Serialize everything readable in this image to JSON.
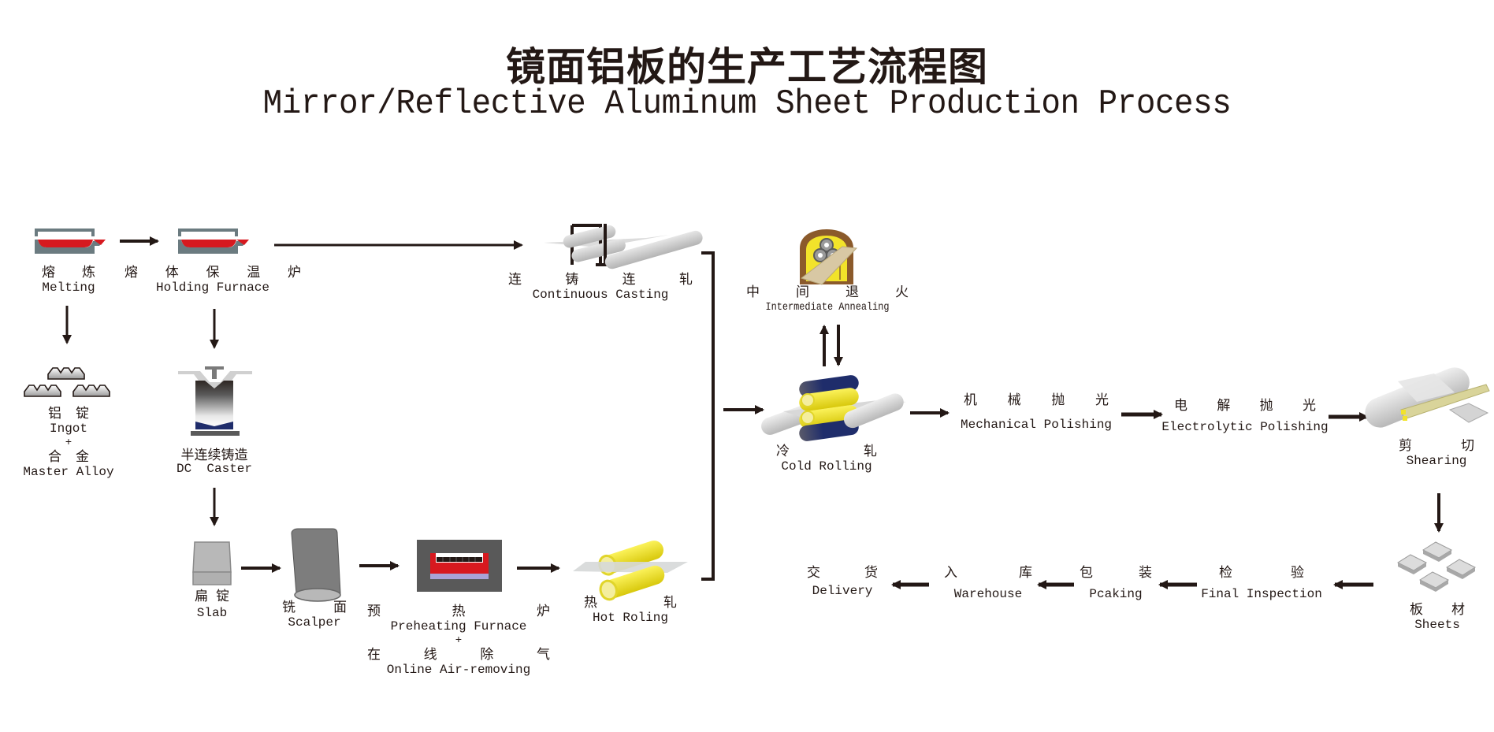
{
  "title": {
    "chinese": "镜面铝板的生产工艺流程图",
    "english": "Mirror/Reflective Aluminum Sheet Production Process"
  },
  "steps": {
    "melting": {
      "cn": [
        "熔",
        "炼"
      ],
      "en": "Melting",
      "icon": "melting-furnace-icon"
    },
    "holding_furnace": {
      "cn": [
        "熔",
        "体",
        "保",
        "温",
        "炉"
      ],
      "en": "Holding Furnace",
      "icon": "holding-furnace-icon"
    },
    "continuous_casting": {
      "cn": [
        "连",
        "铸",
        "连",
        "轧"
      ],
      "en": "Continuous Casting",
      "icon": "continuous-casting-icon"
    },
    "ingot": {
      "cn": [
        "铝",
        "锭"
      ],
      "en": "Ingot",
      "plus": "+",
      "cn2": [
        "合",
        "金"
      ],
      "en2": "Master Alloy",
      "icon": "ingot-icon"
    },
    "dc_caster": {
      "cn": "半连续铸造",
      "en": "DC  Caster",
      "icon": "dc-caster-icon"
    },
    "slab": {
      "cn": [
        "扁",
        "锭"
      ],
      "en": "Slab",
      "icon": "slab-icon"
    },
    "scalper": {
      "cn": [
        "铣",
        "面"
      ],
      "en": "Scalper",
      "icon": "scalper-icon"
    },
    "preheating": {
      "cn": [
        "预",
        "热",
        "炉"
      ],
      "en": "Preheating Furnace",
      "plus": "+",
      "cn2": [
        "在",
        "线",
        "除",
        "气"
      ],
      "en2": "Online Air-removing",
      "icon": "preheating-furnace-icon"
    },
    "hot_rolling": {
      "cn": [
        "热",
        "轧"
      ],
      "en": "Hot Roling",
      "icon": "hot-rolling-icon"
    },
    "intermediate_annealing": {
      "cn": [
        "中",
        "间",
        "退",
        "火"
      ],
      "en": "Intermediate Annealing",
      "icon": "annealing-furnace-icon"
    },
    "cold_rolling": {
      "cn": [
        "冷",
        "轧"
      ],
      "en": "Cold Rolling",
      "icon": "cold-rolling-icon"
    },
    "mechanical_polishing": {
      "cn": [
        "机",
        "械",
        "抛",
        "光"
      ],
      "en": "Mechanical Polishing"
    },
    "electrolytic_polishing": {
      "cn": [
        "电",
        "解",
        "抛",
        "光"
      ],
      "en": "Electrolytic Polishing"
    },
    "shearing": {
      "cn": [
        "剪",
        "切"
      ],
      "en": "Shearing",
      "icon": "shearing-icon"
    },
    "sheets": {
      "cn": [
        "板",
        "材"
      ],
      "en": "Sheets",
      "icon": "sheets-icon"
    },
    "final_inspection": {
      "cn": [
        "检",
        "验"
      ],
      "en": "Final Inspection"
    },
    "packing": {
      "cn": [
        "包",
        "装"
      ],
      "en": "Pcaking"
    },
    "warehouse": {
      "cn": [
        "入",
        "库"
      ],
      "en": "Warehouse"
    },
    "delivery": {
      "cn": [
        "交",
        "货"
      ],
      "en": "Delivery"
    }
  },
  "colors": {
    "ink": "#231815",
    "furnace_gray": "#6b7b80",
    "molten_red": "#d7191f",
    "roll_yellow": "#f2e32a",
    "roll_blue": "#1f2d6b",
    "roll_gray": "#c8c8c8",
    "annealing_brown": "#8b5a2b"
  }
}
